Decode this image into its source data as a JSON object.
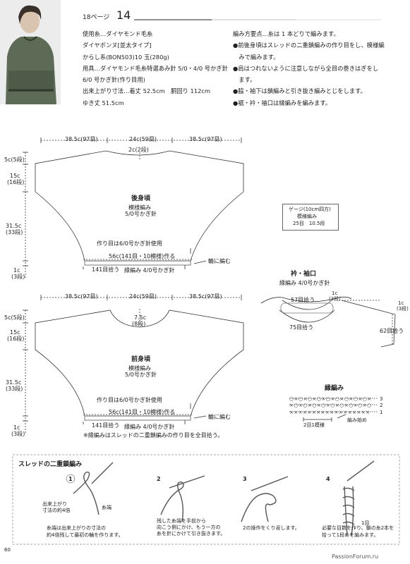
{
  "header": {
    "page_ref": "18ページ",
    "number": "14"
  },
  "specs": [
    "使用糸…ダイヤモンド毛糸",
    "ダイヤボンヌ[並太タイプ]",
    "からし系(BON503)10 玉(280g)",
    "用具…ダイヤモンド毛糸特選あみ針 5/0・4/0 号かぎ針",
    "6/0 号かぎ針(作り目用)",
    "出来上がり寸法…着丈 52.5cm　胴回り 112cm",
    "ゆき丈 51.5cm"
  ],
  "points": [
    "編み方要点…糸は 1 本どりで編みます。",
    "●前後身頃はスレッドの二重鎖編みの作り目をし、模様編",
    "　みで編みます。",
    "●肩はつれないように注意しながら全目の巻きはぎをし",
    "　ます。",
    "●脇・袖下は鎖編みと引き抜き編みとじをします。",
    "●裾・衿・袖口は縁編みを編みます。"
  ],
  "back": {
    "w_left": "38.5c(97目)",
    "w_mid": "24c(59目)",
    "w_right": "38.5c(97目)",
    "neck": "2c(2段)",
    "h1": "5c(5段)",
    "h2": "15c",
    "h2b": "(16段)",
    "h3": "31.5c",
    "h3b": "(33段)",
    "h4": "1c",
    "h4b": "(3段)",
    "title": "後身頃",
    "pattern": "模様編み",
    "hook": "5/0号かぎ針",
    "cast_hook": "作り目は6/0号かぎ針使用",
    "cast": "56c(141目・10模様)作る",
    "pickup": "141目拾う",
    "edge": "縁編み 4/0号かぎ針",
    "wrap": "輪に編む"
  },
  "front": {
    "w_left": "38.5c(97目)",
    "w_mid": "24c(59目)",
    "w_right": "38.5c(97目)",
    "neck": "7.5c",
    "neck_b": "(8段)",
    "h1": "5c(5段)",
    "h2": "15c",
    "h2b": "(16段)",
    "h3": "31.5c",
    "h3b": "(33段)",
    "h4": "1c",
    "h4b": "(3段)",
    "title": "前身頃",
    "pattern": "模様編み",
    "hook": "5/0号かぎ針",
    "cast_hook": "作り目は6/0号かぎ針使用",
    "cast": "56c(141目・10模様)作る",
    "pickup": "141目拾う",
    "edge": "縁編み 4/0号かぎ針",
    "wrap": "輪に編む",
    "note": "※縁編みはスレッドの二重鎖編みの作り目を全目拾う。"
  },
  "gauge": {
    "title": "ゲージ(10cm四方)",
    "pattern": "模様編み",
    "values": "25目　10.5段"
  },
  "collar": {
    "title": "衿・袖口",
    "edge": "縁編み 4/0号かぎ針",
    "p57": "57目拾う",
    "p75": "75目拾う",
    "p62": "62目拾う",
    "r1": "1c",
    "r1b": "(3段)",
    "r2": "1c",
    "r2b": "(3段)"
  },
  "edging": {
    "title": "縁編み",
    "repeat": "2目1模様",
    "start": "編み始め",
    "rows": [
      "3",
      "2",
      "1"
    ]
  },
  "thread": {
    "title": "スレッドの二重鎖編み",
    "steps": [
      "1",
      "2",
      "3",
      "4"
    ],
    "s1_note1": "出来上がり",
    "s1_note2": "寸法の約4倍",
    "s1_yarn": "糸端",
    "s1_cap1": "糸端は出来上がりの寸法の",
    "s1_cap2": "約4倍残して最初の輪を作ります。",
    "s2_cap1": "残した糸端を手前から",
    "s2_cap2": "向こう側にかけ、もう一方の",
    "s2_cap3": "糸を針にかけて引き抜きます。",
    "s3_cap": "2の操作をくり返します。",
    "s4_label": "1目",
    "s4_cap1": "必要な目数を作り、鎖の糸2本を",
    "s4_cap2": "拾って1段めを編みます。"
  },
  "footer": {
    "page": "60",
    "watermark": "PassionForum.ru"
  }
}
